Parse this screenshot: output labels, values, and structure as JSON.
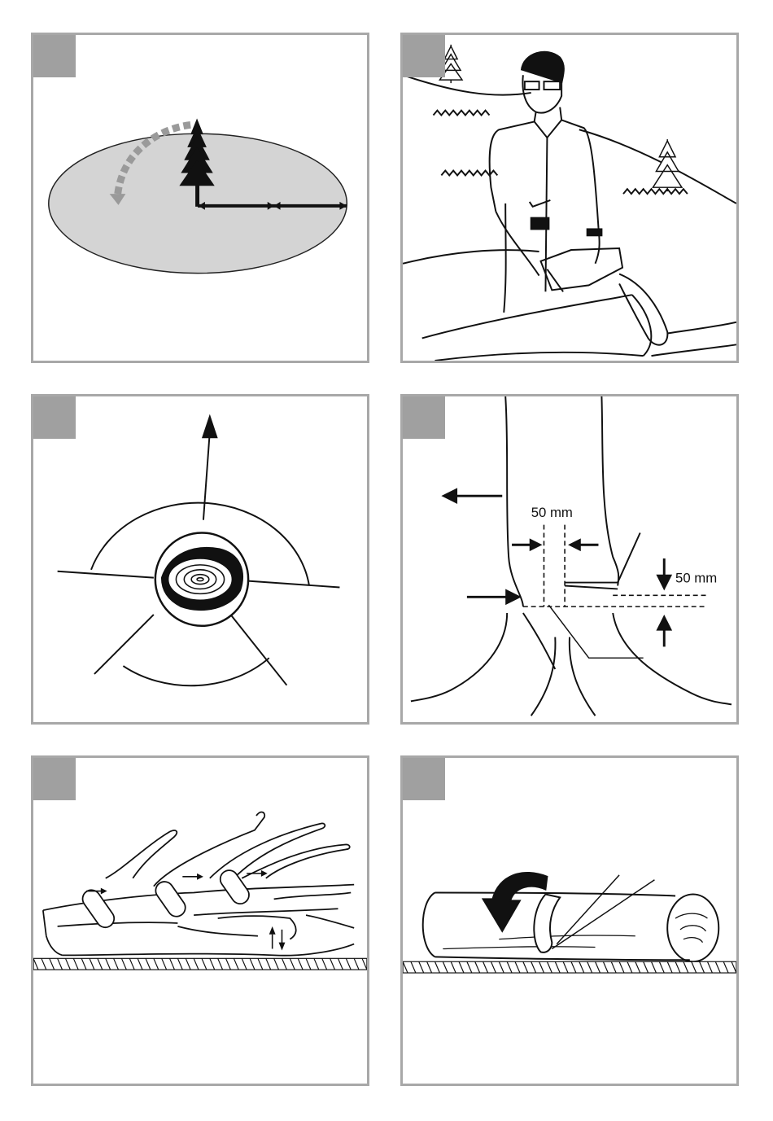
{
  "panels": [
    {
      "id": 1,
      "subject": "felling-zone"
    },
    {
      "id": 2,
      "subject": "operator-with-chainsaw"
    },
    {
      "id": 3,
      "subject": "retreat-paths"
    },
    {
      "id": 4,
      "subject": "felling-cuts",
      "labels": {
        "hinge_width": "50 mm",
        "back_cut_height": "50 mm"
      }
    },
    {
      "id": 5,
      "subject": "limbing"
    },
    {
      "id": 6,
      "subject": "bucking-log"
    }
  ],
  "colors": {
    "frame": "#a8a8a8",
    "tag": "#a0a0a0",
    "zone": "#d4d4d4",
    "ink": "#111111"
  }
}
